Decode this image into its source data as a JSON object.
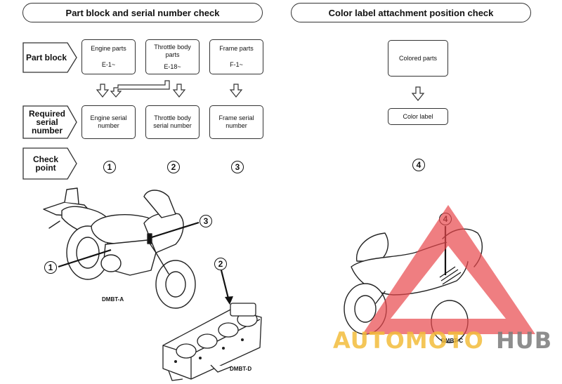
{
  "left_panel": {
    "title": "Part block and serial number check",
    "row_labels": {
      "part_block": "Part block",
      "required_serial": "Required serial number",
      "check_point": "Check point"
    },
    "part_blocks": [
      {
        "name": "Engine parts",
        "code": "E-1~"
      },
      {
        "name": "Throttle body parts",
        "code": "E-18~"
      },
      {
        "name": "Frame parts",
        "code": "F-1~"
      }
    ],
    "serial_numbers": [
      "Engine serial number",
      "Throttle body serial number",
      "Frame serial number"
    ],
    "check_points": [
      "1",
      "2",
      "3"
    ],
    "captions": {
      "motorcycle": "DMBT-A",
      "throttle_body": "DMBT-D"
    }
  },
  "right_panel": {
    "title": "Color label attachment position check",
    "colored_parts": "Colored parts",
    "color_label": "Color label",
    "check_point": "4",
    "caption": "DMBT-C"
  },
  "watermark": {
    "part1": "AUTOMOTO",
    "part2": "HUB",
    "colors": {
      "triangle": "#e8474c",
      "auto": "#f3bd3c",
      "hub": "#7b7b7b"
    }
  }
}
